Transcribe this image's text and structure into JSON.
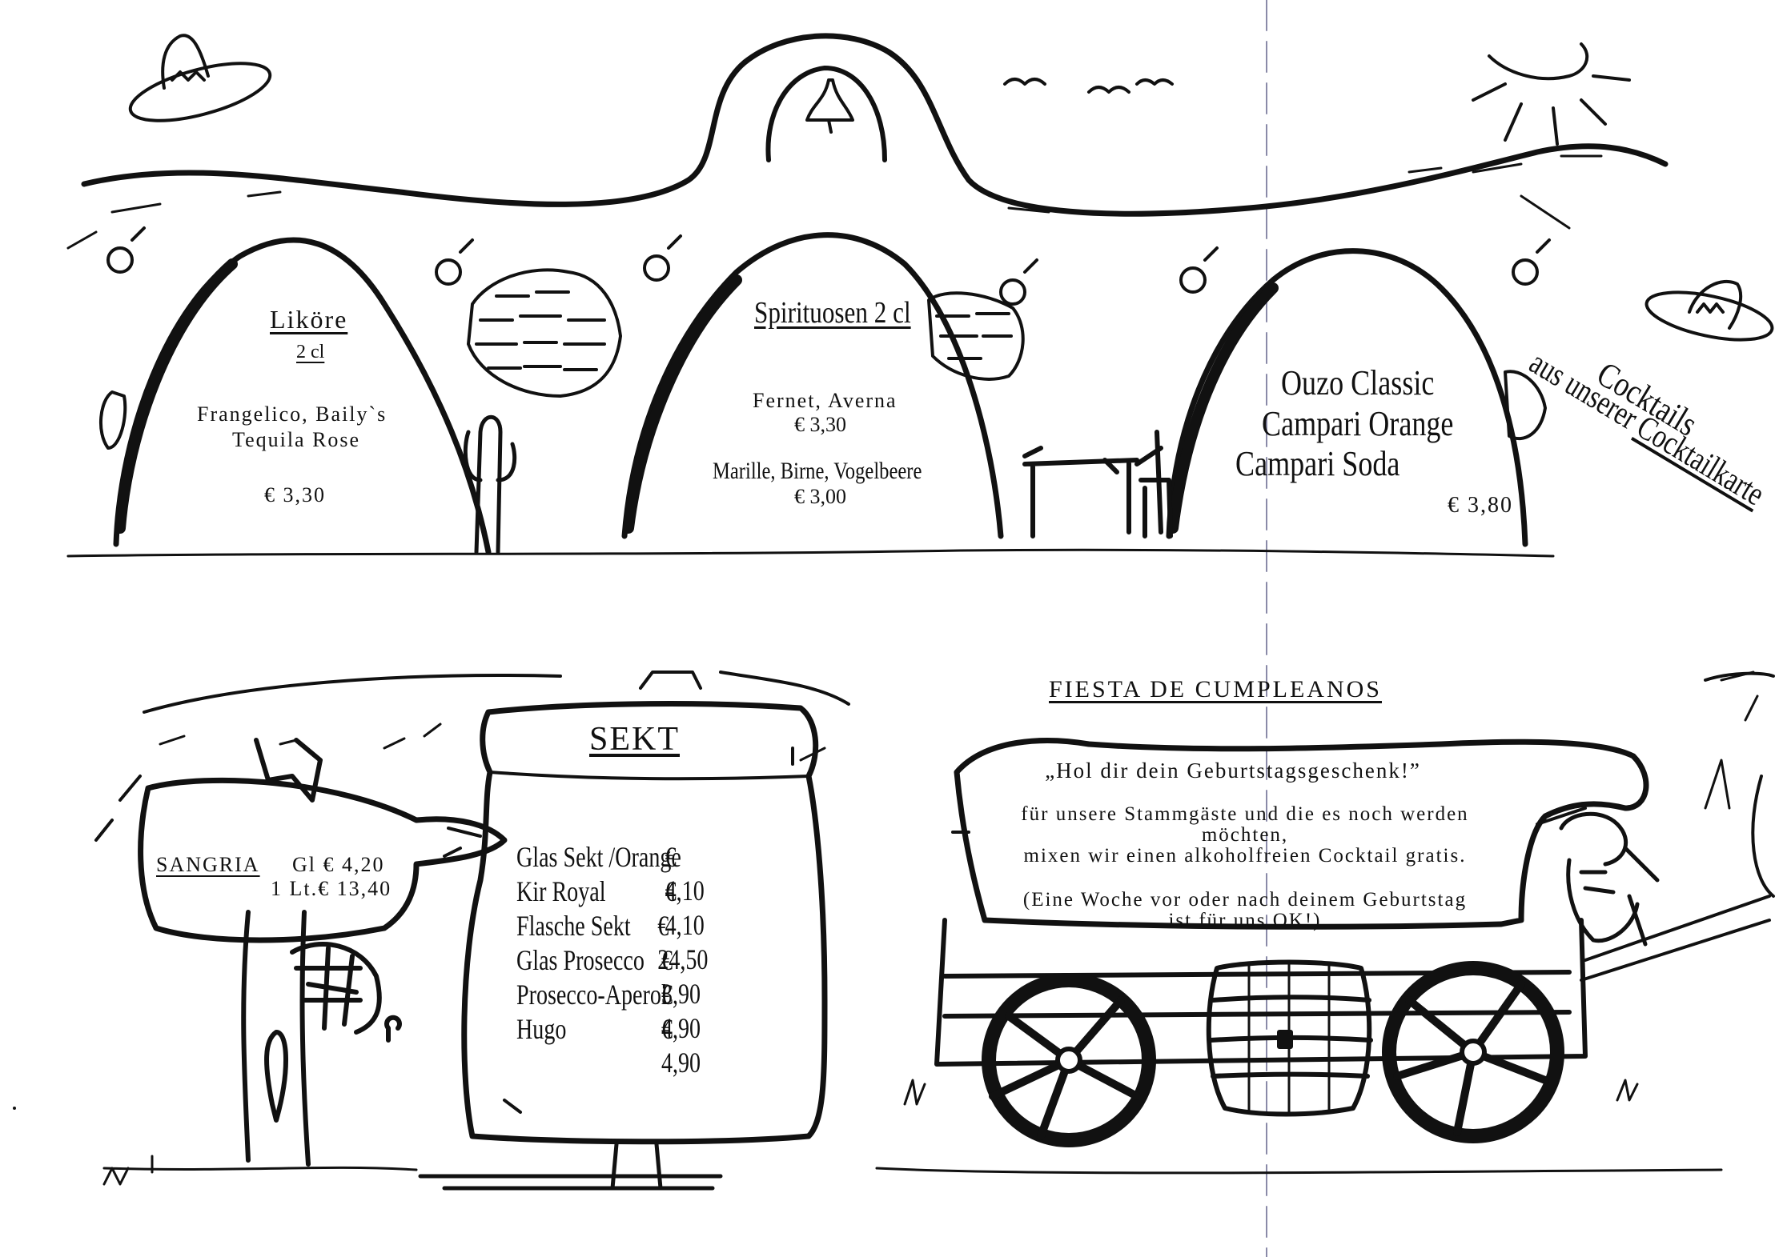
{
  "arch_left": {
    "title": "Liköre",
    "subtitle": "2 cl",
    "items": [
      "Frangelico, Baily`s",
      "Tequila Rose"
    ],
    "price": "€ 3,30"
  },
  "arch_middle": {
    "title": "Spirituosen 2 cl",
    "line1": "Fernet, Averna",
    "price1": "€ 3,30",
    "line2": "Marille, Birne, Vogelbeere",
    "price2": "€ 3,00"
  },
  "arch_right": {
    "items": [
      "Ouzo Classic",
      "Campari Orange",
      "Campari Soda"
    ],
    "price": "€ 3,80"
  },
  "cocktails_sign": {
    "line1": "Cocktails",
    "line2a": "aus unserer ",
    "line2b": "Cocktailkarte"
  },
  "sangria": {
    "title": "SANGRIA",
    "price_glass": "Gl € 4,20",
    "price_liter": "1 Lt.€ 13,40"
  },
  "sekt": {
    "title": "SEKT",
    "rows": [
      {
        "name": "Glas Sekt /Orange",
        "price": "€ 4,10"
      },
      {
        "name": "Kir Royal",
        "price": "€ 4,10"
      },
      {
        "name": "Flasche Sekt",
        "price": "€ 24,50"
      },
      {
        "name": "Glas Prosecco",
        "price": "€ 3,90"
      },
      {
        "name": "Prosecco-Aperol",
        "price": "€ 4,90"
      },
      {
        "name": "Hugo",
        "price": "€ 4,90"
      }
    ]
  },
  "birthday": {
    "title": "FIESTA DE CUMPLEANOS",
    "headline": "„Hol dir dein Geburtstagsgeschenk!”",
    "body": [
      "für unsere Stammgäste und die es noch werden",
      "möchten,",
      "mixen wir einen alkoholfreien Cocktail gratis."
    ],
    "note": [
      "(Eine Woche vor oder nach deinem Geburtstag",
      "ist für uns OK!)"
    ]
  },
  "colors": {
    "ink": "#111111",
    "paper": "#ffffff",
    "fold_line": "#8a8aa8"
  }
}
